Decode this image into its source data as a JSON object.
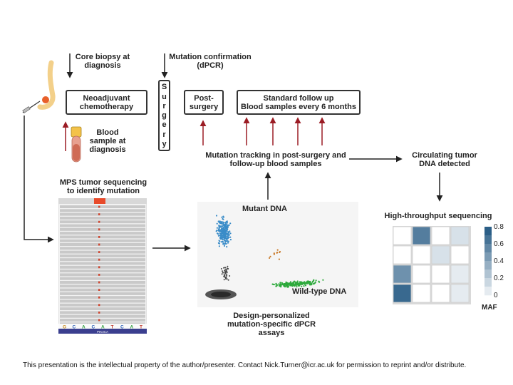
{
  "labels": {
    "core_biopsy": "Core biopsy at diagnosis",
    "mutation_confirmation": "Mutation confirmation (dPCR)",
    "blood_sample": "Blood sample at diagnosis",
    "mutation_tracking": "Mutation tracking in post-surgery and follow-up blood samples",
    "circulating_tumor": "Circulating tumor DNA detected",
    "mps_sequencing": "MPS tumor sequencing to identify mutation",
    "mutant_dna": "Mutant DNA",
    "wild_type_dna": "Wild-type DNA",
    "high_throughput": "High-throughput sequencing",
    "dpcr_assays": "Design-personalized mutation-specific dPCR assays"
  },
  "boxes": {
    "neoadjuvant": "Neoadjuvant chemotherapy",
    "post_surgery": "Post-surgery",
    "standard_follow_up_line1": "Standard follow up",
    "standard_follow_up_line2": "Blood samples every 6 months"
  },
  "surgery_letters": [
    "S",
    "u",
    "r",
    "g",
    "e",
    "r",
    "y"
  ],
  "sequence": {
    "bases": [
      "G",
      "C",
      "A",
      "C",
      "A",
      "T",
      "C",
      "A",
      "T"
    ],
    "gene": "PIK3CA"
  },
  "heatmap": {
    "scale_ticks": [
      "0.8",
      "0.6",
      "0.4",
      "0.2",
      "0"
    ],
    "scale_label": "MAF",
    "cells": [
      [
        0,
        0.65,
        0,
        0.15
      ],
      [
        0,
        0,
        0.15,
        0
      ],
      [
        0.55,
        0,
        0,
        0.1
      ],
      [
        0.75,
        0,
        0,
        0.1
      ]
    ]
  },
  "footer": "This presentation is the intellectual property of the author/presenter. Contact Nick.Turner@icr.ac.uk for permission to reprint and/or distribute.",
  "colors": {
    "red_arrow": "#9b1c24",
    "mutant_blue": "#3a8cc8",
    "wild_green": "#2eaa3c",
    "heat_dark": "#3d6f94"
  }
}
